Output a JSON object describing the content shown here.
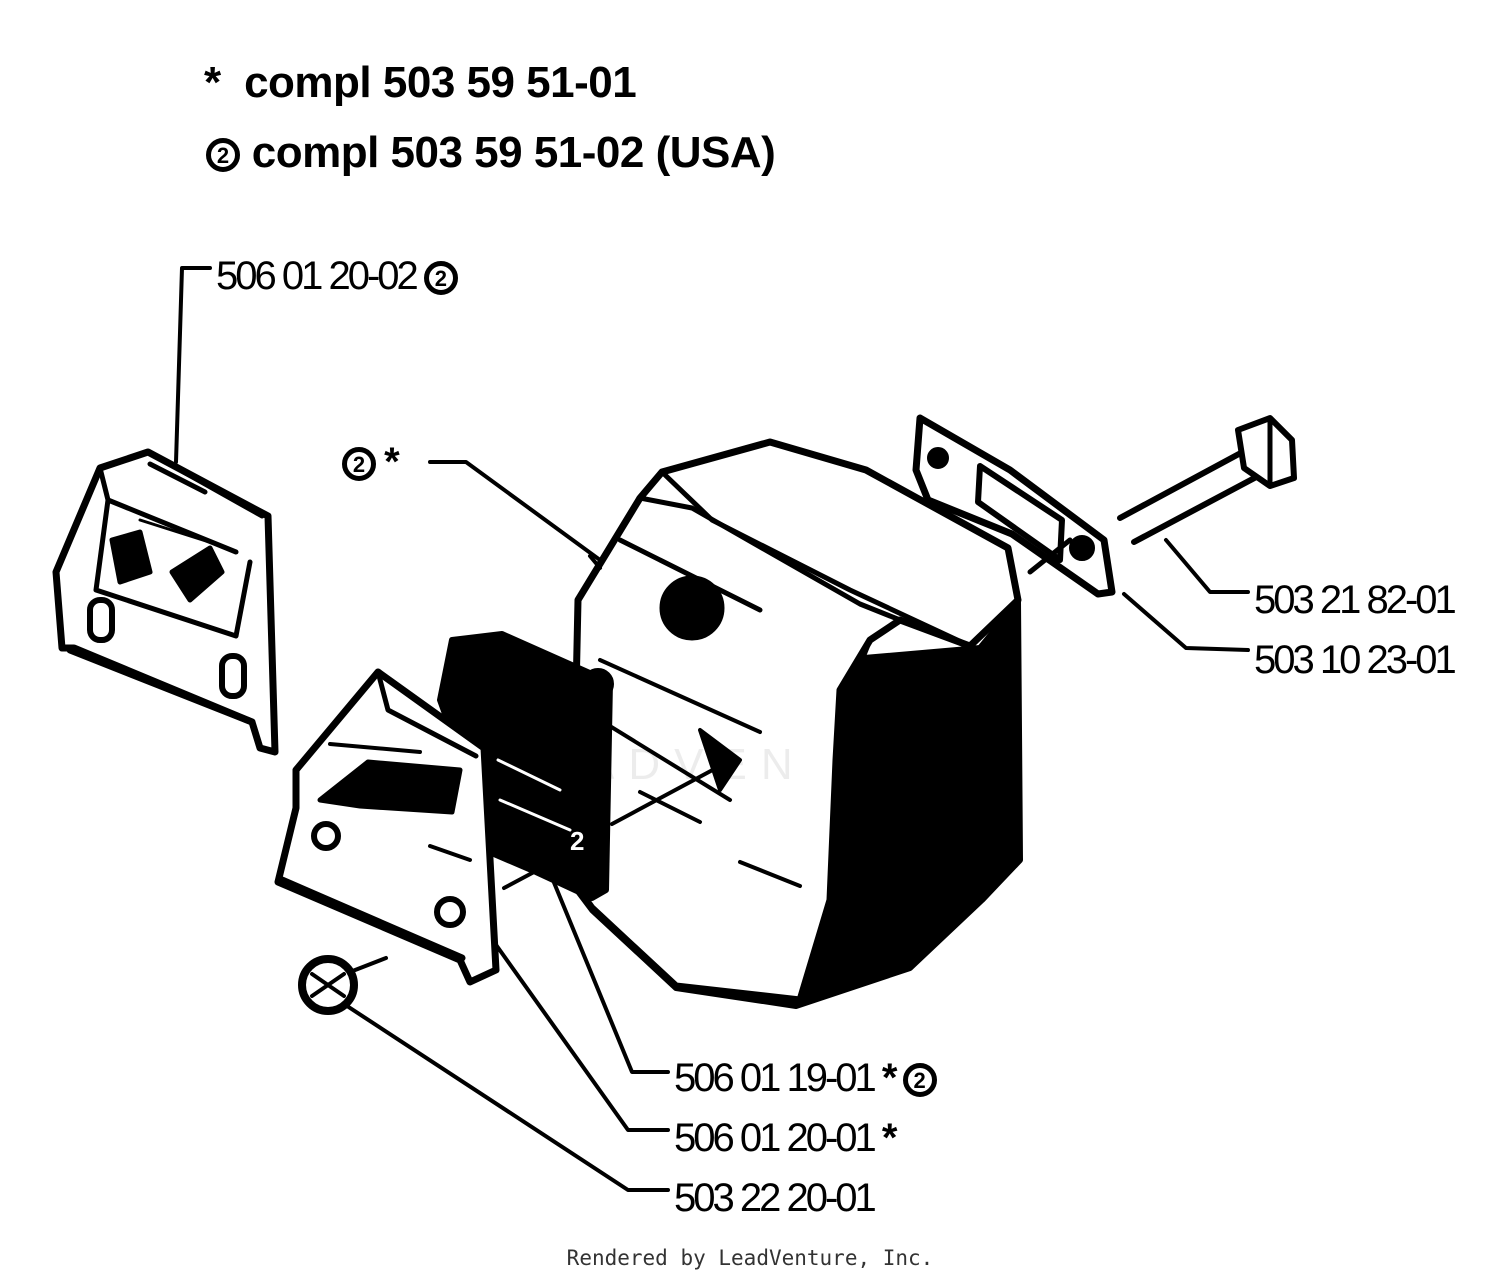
{
  "header": {
    "line1": {
      "symbol": "*",
      "text": "compl 503 59 51-01"
    },
    "line2": {
      "symbol": "2",
      "text": "compl 503 59 51-02 (USA)"
    }
  },
  "callouts": [
    {
      "part": "506 01 20-02",
      "mark": "2",
      "star": ""
    },
    {
      "part": "503 21 82-01",
      "mark": "",
      "star": ""
    },
    {
      "part": "503 10 23-01",
      "mark": "",
      "star": ""
    },
    {
      "part": "506 01 19-01",
      "mark": "2",
      "star": "*"
    },
    {
      "part": "506 01 20-01",
      "mark": "",
      "star": "*"
    },
    {
      "part": "503 22 20-01",
      "mark": "",
      "star": ""
    }
  ],
  "floating_marker": {
    "mark": "2",
    "star": "*"
  },
  "plate_label": "2",
  "watermark": "ADVEN",
  "footer": "Rendered by LeadVenture, Inc."
}
